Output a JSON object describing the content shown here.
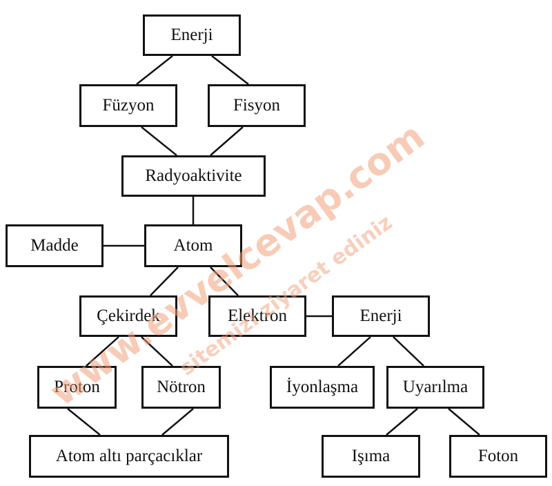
{
  "diagram": {
    "line_color": "#111111",
    "nodes": {
      "enerji_top": "Enerji",
      "fuzyon": "Füzyon",
      "fisyon": "Fisyon",
      "radyoaktivite": "Radyoaktivite",
      "madde": "Madde",
      "atom": "Atom",
      "cekirdek": "Çekirdek",
      "elektron": "Elektron",
      "enerji_right": "Enerji",
      "proton": "Proton",
      "notron": "Nötron",
      "iyonlasma": "İyonlaşma",
      "uyarilma": "Uyarılma",
      "atom_alti": "Atom altı parçacıklar",
      "isima": "Işıma",
      "foton": "Foton"
    },
    "edges": [
      [
        "enerji_top",
        "fuzyon"
      ],
      [
        "enerji_top",
        "fisyon"
      ],
      [
        "fuzyon",
        "radyoaktivite"
      ],
      [
        "fisyon",
        "radyoaktivite"
      ],
      [
        "radyoaktivite",
        "atom"
      ],
      [
        "madde",
        "atom"
      ],
      [
        "atom",
        "cekirdek"
      ],
      [
        "atom",
        "elektron"
      ],
      [
        "elektron",
        "enerji_right"
      ],
      [
        "cekirdek",
        "proton"
      ],
      [
        "cekirdek",
        "notron"
      ],
      [
        "proton",
        "atom_alti"
      ],
      [
        "notron",
        "atom_alti"
      ],
      [
        "enerji_right",
        "iyonlasma"
      ],
      [
        "enerji_right",
        "uyarilma"
      ],
      [
        "uyarilma",
        "isima"
      ],
      [
        "uyarilma",
        "foton"
      ]
    ]
  },
  "watermark": {
    "line1": "www.evvelcevap.com",
    "line2": "sitemizi ziyaret ediniz",
    "color": "#f2a07a"
  }
}
